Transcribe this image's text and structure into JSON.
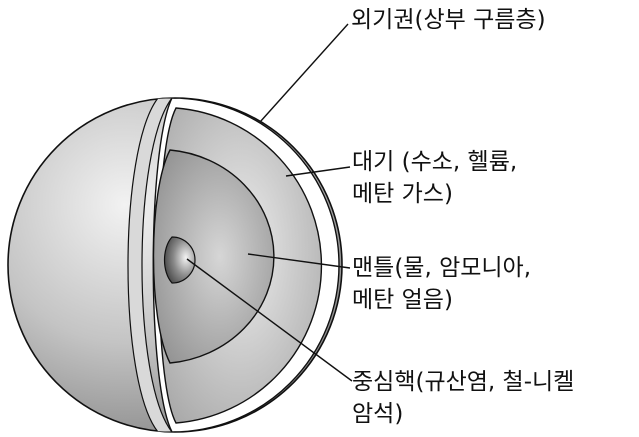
{
  "labels": {
    "exosphere": "외기권(상부 구름층)",
    "atmosphere_line1": "대기 (수소, 헬륨,",
    "atmosphere_line2": "메탄 가스)",
    "mantle_line1": "맨틀(물, 암모니아,",
    "mantle_line2": "메탄 얼음)",
    "core_line1": "중심핵(규산염, 철-니켈",
    "core_line2": "암석)"
  },
  "colors": {
    "outline": "#111111",
    "exosphere_ring": "#ffffff",
    "background": "#ffffff"
  }
}
